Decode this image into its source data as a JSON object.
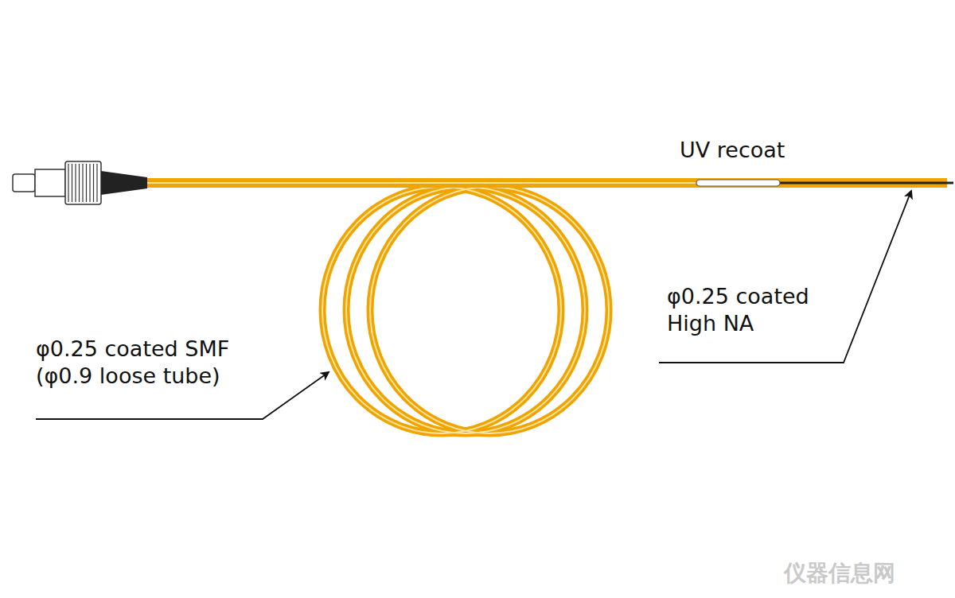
{
  "diagram": {
    "labels": [
      "UV recoat",
      "φ0.25 coated High NA",
      "φ0.25 coated SMF (φ0.9 loose tube)",
      "仪器信息网"
    ]
  }
}
